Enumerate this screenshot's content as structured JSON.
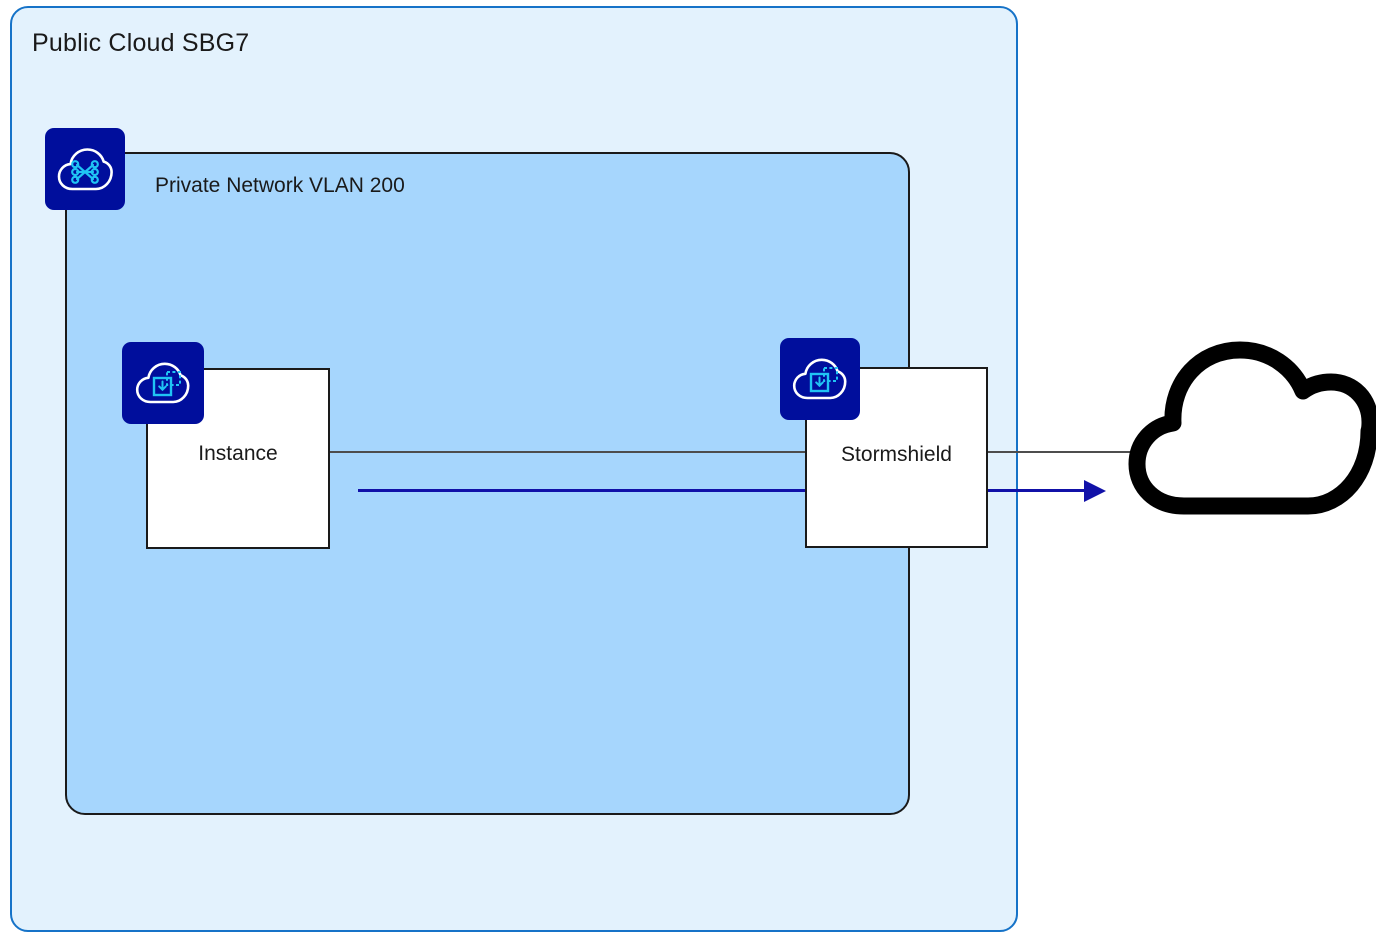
{
  "diagram": {
    "type": "network-architecture",
    "background": "#ffffff",
    "colors": {
      "public_cloud_fill": "#E3F2FD",
      "public_cloud_border": "#1673C8",
      "vlan_fill": "#A6D6FD",
      "vlan_border": "#1a1a1a",
      "node_fill": "#ffffff",
      "node_border": "#1a1a1a",
      "icon_badge": "#000E9C",
      "icon_glyph": "#ffffff",
      "icon_accent": "#20C4F4",
      "link_gray": "#4d4d4d",
      "link_blue": "#1111A8",
      "internet_cloud": "#000000"
    },
    "regions": [
      {
        "id": "public-cloud",
        "title": "Public Cloud SBG7"
      },
      {
        "id": "private-network",
        "title": "Private Network VLAN 200",
        "icon": "cloud-network-icon"
      }
    ],
    "nodes": [
      {
        "id": "instance",
        "label": "Instance",
        "icon": "cloud-instance-icon"
      },
      {
        "id": "stormshield",
        "label": "Stormshield",
        "icon": "cloud-instance-icon"
      },
      {
        "id": "internet",
        "label": "",
        "icon": "internet-cloud-icon"
      }
    ],
    "connections": [
      {
        "id": "instance-to-stormshield",
        "from": "instance",
        "to": "stormshield",
        "style": "plain",
        "color": "#4d4d4d"
      },
      {
        "id": "stormshield-to-internet",
        "from": "stormshield",
        "to": "internet",
        "style": "plain",
        "color": "#4d4d4d"
      },
      {
        "id": "traffic-flow-to-internet",
        "from": "instance",
        "to": "internet",
        "style": "arrow",
        "color": "#1111A8"
      }
    ]
  }
}
